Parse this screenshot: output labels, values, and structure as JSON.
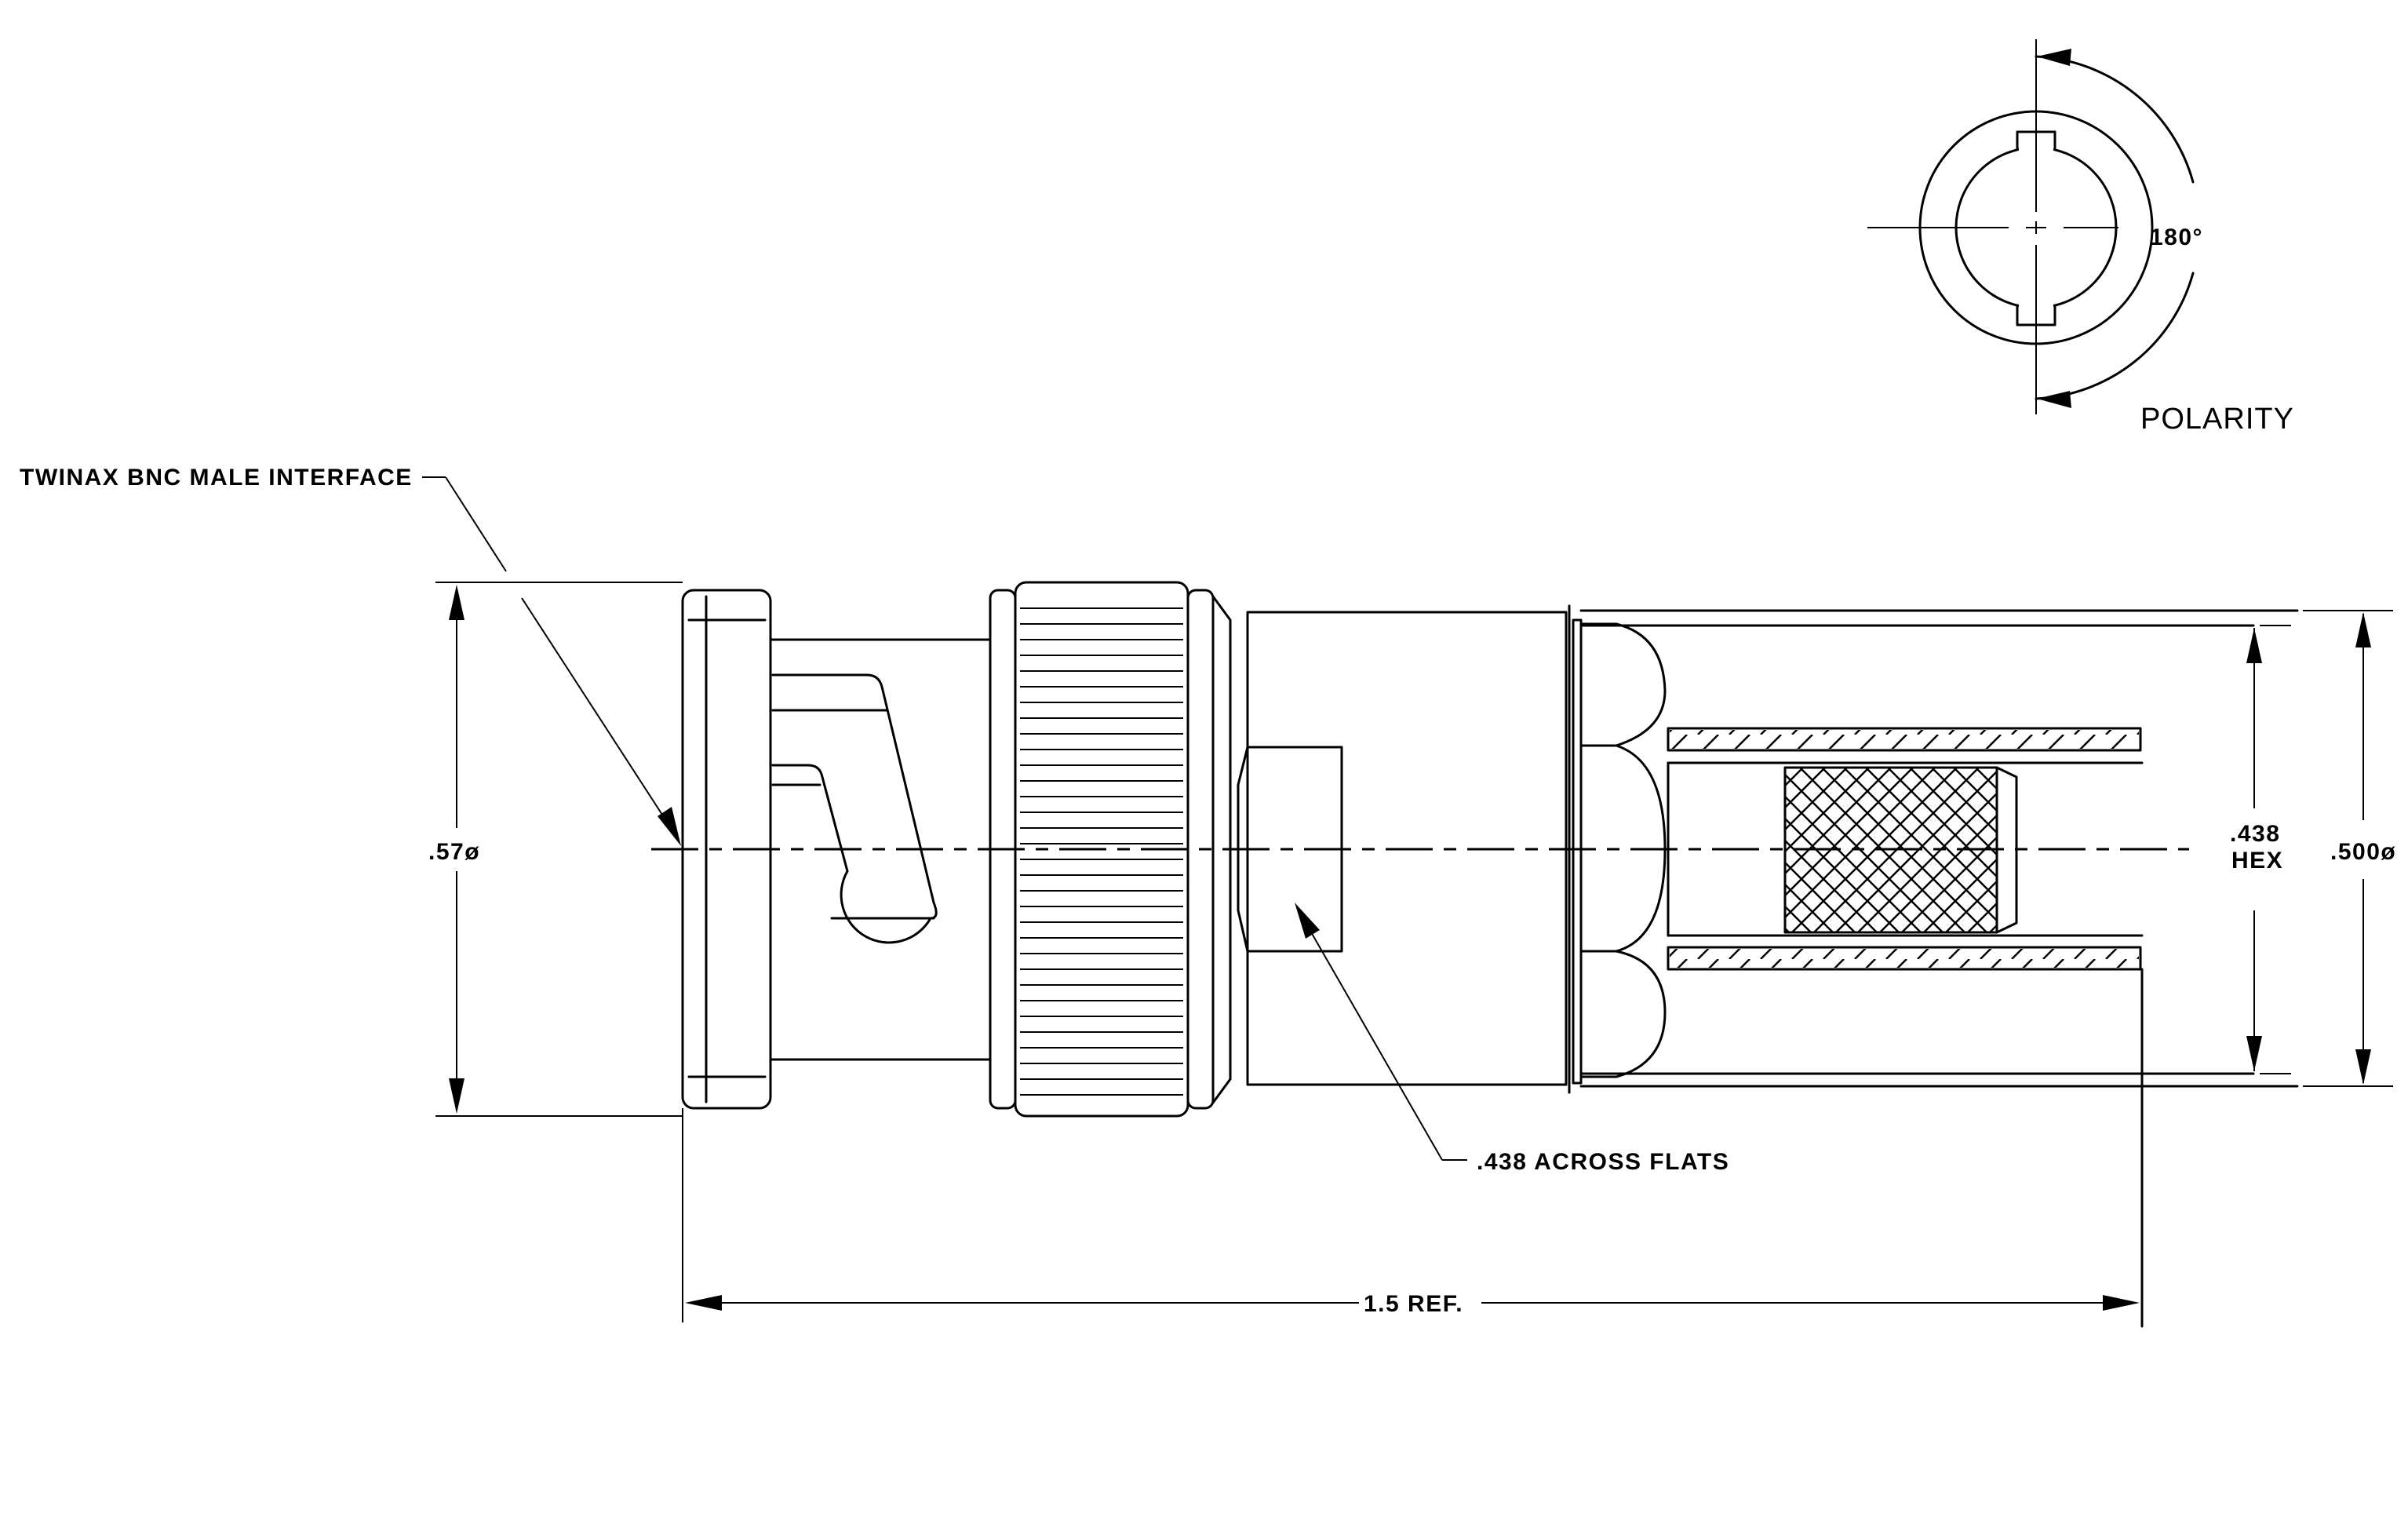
{
  "labels": {
    "interface": "TWINAX BNC MALE INTERFACE",
    "dia_left": ".57ø",
    "across_flats": ".438 ACROSS FLATS",
    "length_ref": "1.5 REF.",
    "hex_value": ".438",
    "hex_unit": "HEX",
    "dia_right": ".500ø",
    "polarity_angle": "180°",
    "polarity_title": "POLARITY"
  }
}
